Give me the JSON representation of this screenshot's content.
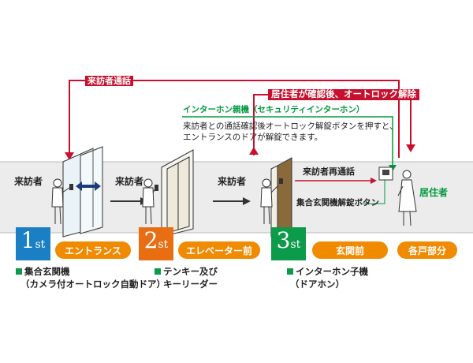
{
  "colors": {
    "red": "#c8102e",
    "green": "#009a3e",
    "orange": "#f08a00",
    "blue": "#1a7fc4",
    "orange_badge": "#e86e14",
    "green_badge": "#0c9a4b",
    "band": "#ececec"
  },
  "arrows": {
    "visitor_call": "来訪者通話",
    "resident_unlock": "居住者が確認後、オートロック解除",
    "intercom_master": "インターホン親機（セキュリティインターホン）",
    "intercom_note_line1": "来訪者との通話確認後オートロック解錠ボタンを押すと、",
    "intercom_note_line2": "エントランスのドアが解錠できます。",
    "visitor_recall": "来訪者再通話",
    "unlock_button": "集合玄関機解錠ボタン"
  },
  "actors": {
    "visitor_1": "来訪者",
    "visitor_2": "来訪者",
    "visitor_3": "来訪者",
    "resident": "居住者"
  },
  "steps": [
    {
      "num": "1",
      "suffix": "st",
      "color": "#1a7fc4",
      "label": "エントランス",
      "caption": [
        "集合玄関機",
        "（カメラ付オートロック自動ドア）"
      ]
    },
    {
      "num": "2",
      "suffix": "st",
      "color": "#e86e14",
      "label": "エレベーター前",
      "caption": [
        "テンキー及び",
        "キーリーダー"
      ]
    },
    {
      "num": "3",
      "suffix": "st",
      "color": "#0c9a4b",
      "label": "玄関前",
      "caption": [
        "インターホン子機",
        "（ドアホン）"
      ]
    }
  ],
  "unit_label": "各戸部分"
}
